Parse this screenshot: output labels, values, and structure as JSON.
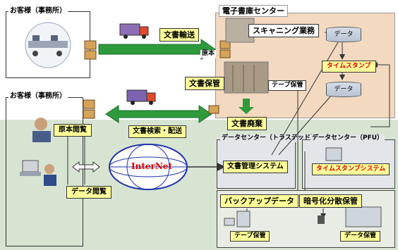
{
  "regions": {
    "customer_top": "お客様（事務所）",
    "customer_bottom": "お客様（事務所）",
    "ebook_center": "電子書庫センター",
    "dc_trusted": "データセンター（トラステッド）",
    "dc_pfu": "データセンター（PFU）"
  },
  "labels": {
    "doc_transport": "文書輸送",
    "scanning": "スキャニング業務",
    "original": "原本",
    "data1": "データ",
    "timestamp": "タイムスタンプ",
    "data2": "データ",
    "doc_storage": "文書保管",
    "tape_storage_top": "テープ保管",
    "doc_disposal": "文書廃棄",
    "original_view": "原本閲覧",
    "doc_search_delivery": "文書検索・配送",
    "internet": "InterNet",
    "doc_mgmt_system": "文書管理システム",
    "data_view": "データ閲覧",
    "timestamp_system": "タイムスタンプシステム",
    "backup_data": "バックアップデータ",
    "encrypted_storage": "暗号化分散保管",
    "tape_storage_bottom": "テープ保管",
    "data_storage": "データ保管"
  },
  "colors": {
    "ebook_bg": "#f3d9c0",
    "green_bg": "#d7e4d2",
    "label_yellow": "#ffff9a",
    "arrow_green": "#2e9a3c",
    "timestamp_text": "#d40000"
  }
}
